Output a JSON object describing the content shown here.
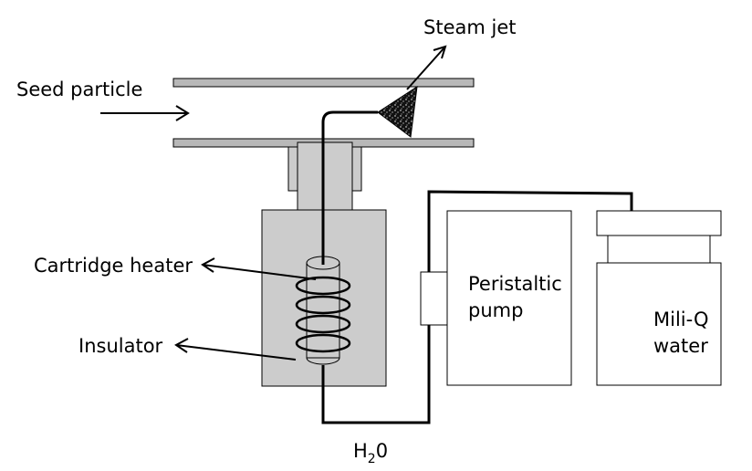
{
  "labels": {
    "steam_jet": "Steam jet",
    "seed_particle": "Seed particle",
    "cartridge_heater": "Cartridge heater",
    "insulator": "Insulator",
    "peristaltic_line1": "Peristaltic",
    "peristaltic_line2": "pump",
    "mili_q_line1": "Mili-Q",
    "mili_q_line2": "water",
    "h2o_main": "H",
    "h2o_sub": "2",
    "h2o_end": "0"
  },
  "colors": {
    "component_fill": "#cccccc",
    "plate_fill": "#b8b8b8",
    "line": "#000000",
    "box_fill": "#ffffff"
  }
}
